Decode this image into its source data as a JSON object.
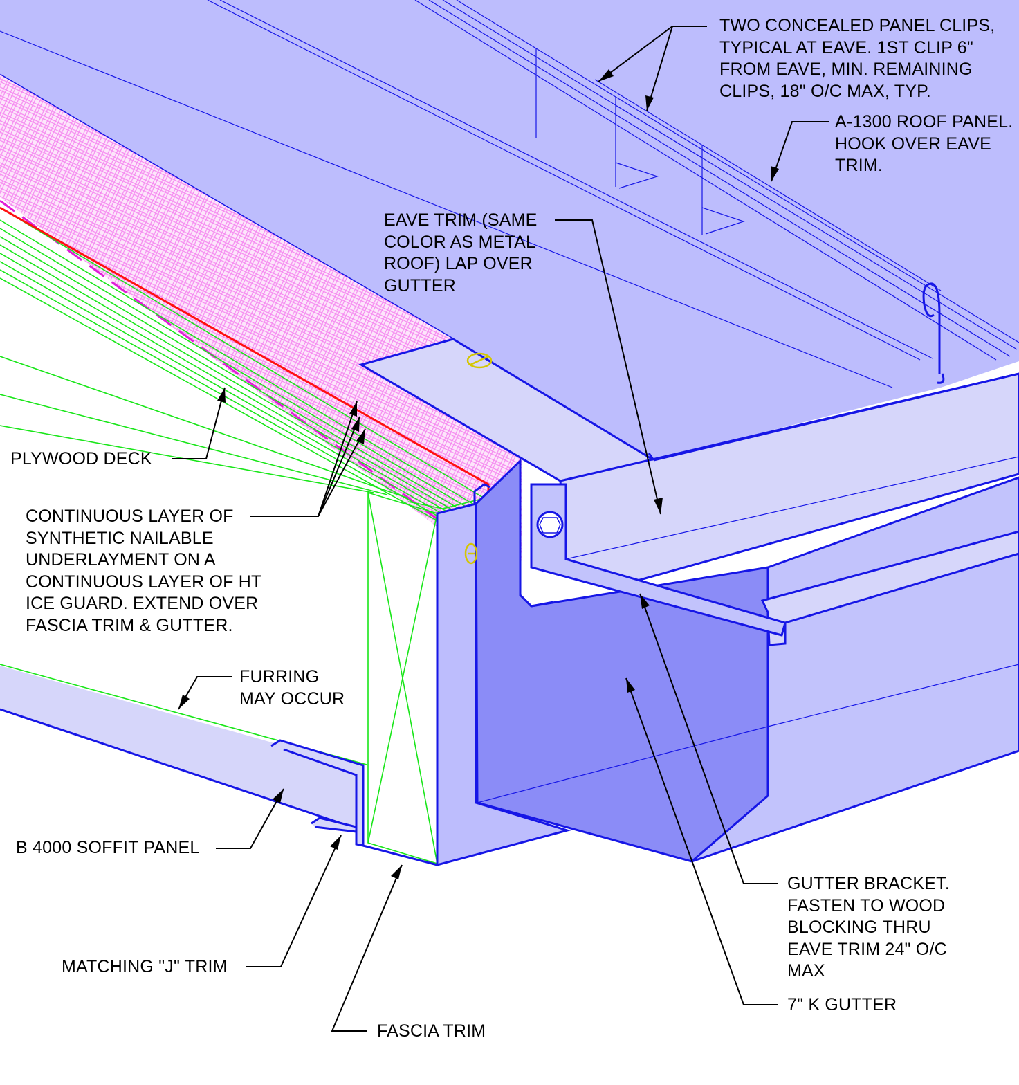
{
  "colors": {
    "roof_panel": "#bdbdfd",
    "trim_light": "#d6d6fa",
    "gutter_interior": "#8b8cf7",
    "gutter_front": "#c2c3fc",
    "outline_blue": "#1616e6",
    "framing_green": "#19e619",
    "underlayment_red": "#ff1010",
    "insulation_pink": "#f58af0",
    "fastener_yellow": "#d4c600",
    "leader": "#000000"
  },
  "labels": {
    "panel_clips": [
      "TWO CONCEALED PANEL CLIPS,",
      "TYPICAL AT EAVE. 1ST CLIP 6\"",
      "FROM EAVE, MIN. REMAINING",
      "CLIPS, 18\" O/C MAX, TYP."
    ],
    "roof_panel": [
      "A-1300 ROOF PANEL.",
      "HOOK OVER EAVE",
      "TRIM."
    ],
    "eave_trim": [
      "EAVE TRIM (SAME",
      "COLOR AS METAL",
      "ROOF) LAP OVER",
      "GUTTER"
    ],
    "plywood_deck": [
      "PLYWOOD DECK"
    ],
    "underlayment": [
      "CONTINUOUS LAYER OF",
      "SYNTHETIC NAILABLE",
      "UNDERLAYMENT ON A",
      "CONTINUOUS LAYER OF HT",
      "ICE GUARD. EXTEND OVER",
      "FASCIA TRIM & GUTTER."
    ],
    "furring": [
      "FURRING",
      "MAY OCCUR"
    ],
    "soffit_panel": [
      "B 4000 SOFFIT PANEL"
    ],
    "j_trim": [
      "MATCHING \"J\" TRIM"
    ],
    "fascia_trim": [
      "FASCIA TRIM"
    ],
    "gutter_bracket": [
      "GUTTER BRACKET.",
      "FASTEN TO WOOD",
      "BLOCKING THRU",
      "EAVE TRIM 24\" O/C",
      "MAX"
    ],
    "k_gutter": [
      "7\" K GUTTER"
    ]
  }
}
